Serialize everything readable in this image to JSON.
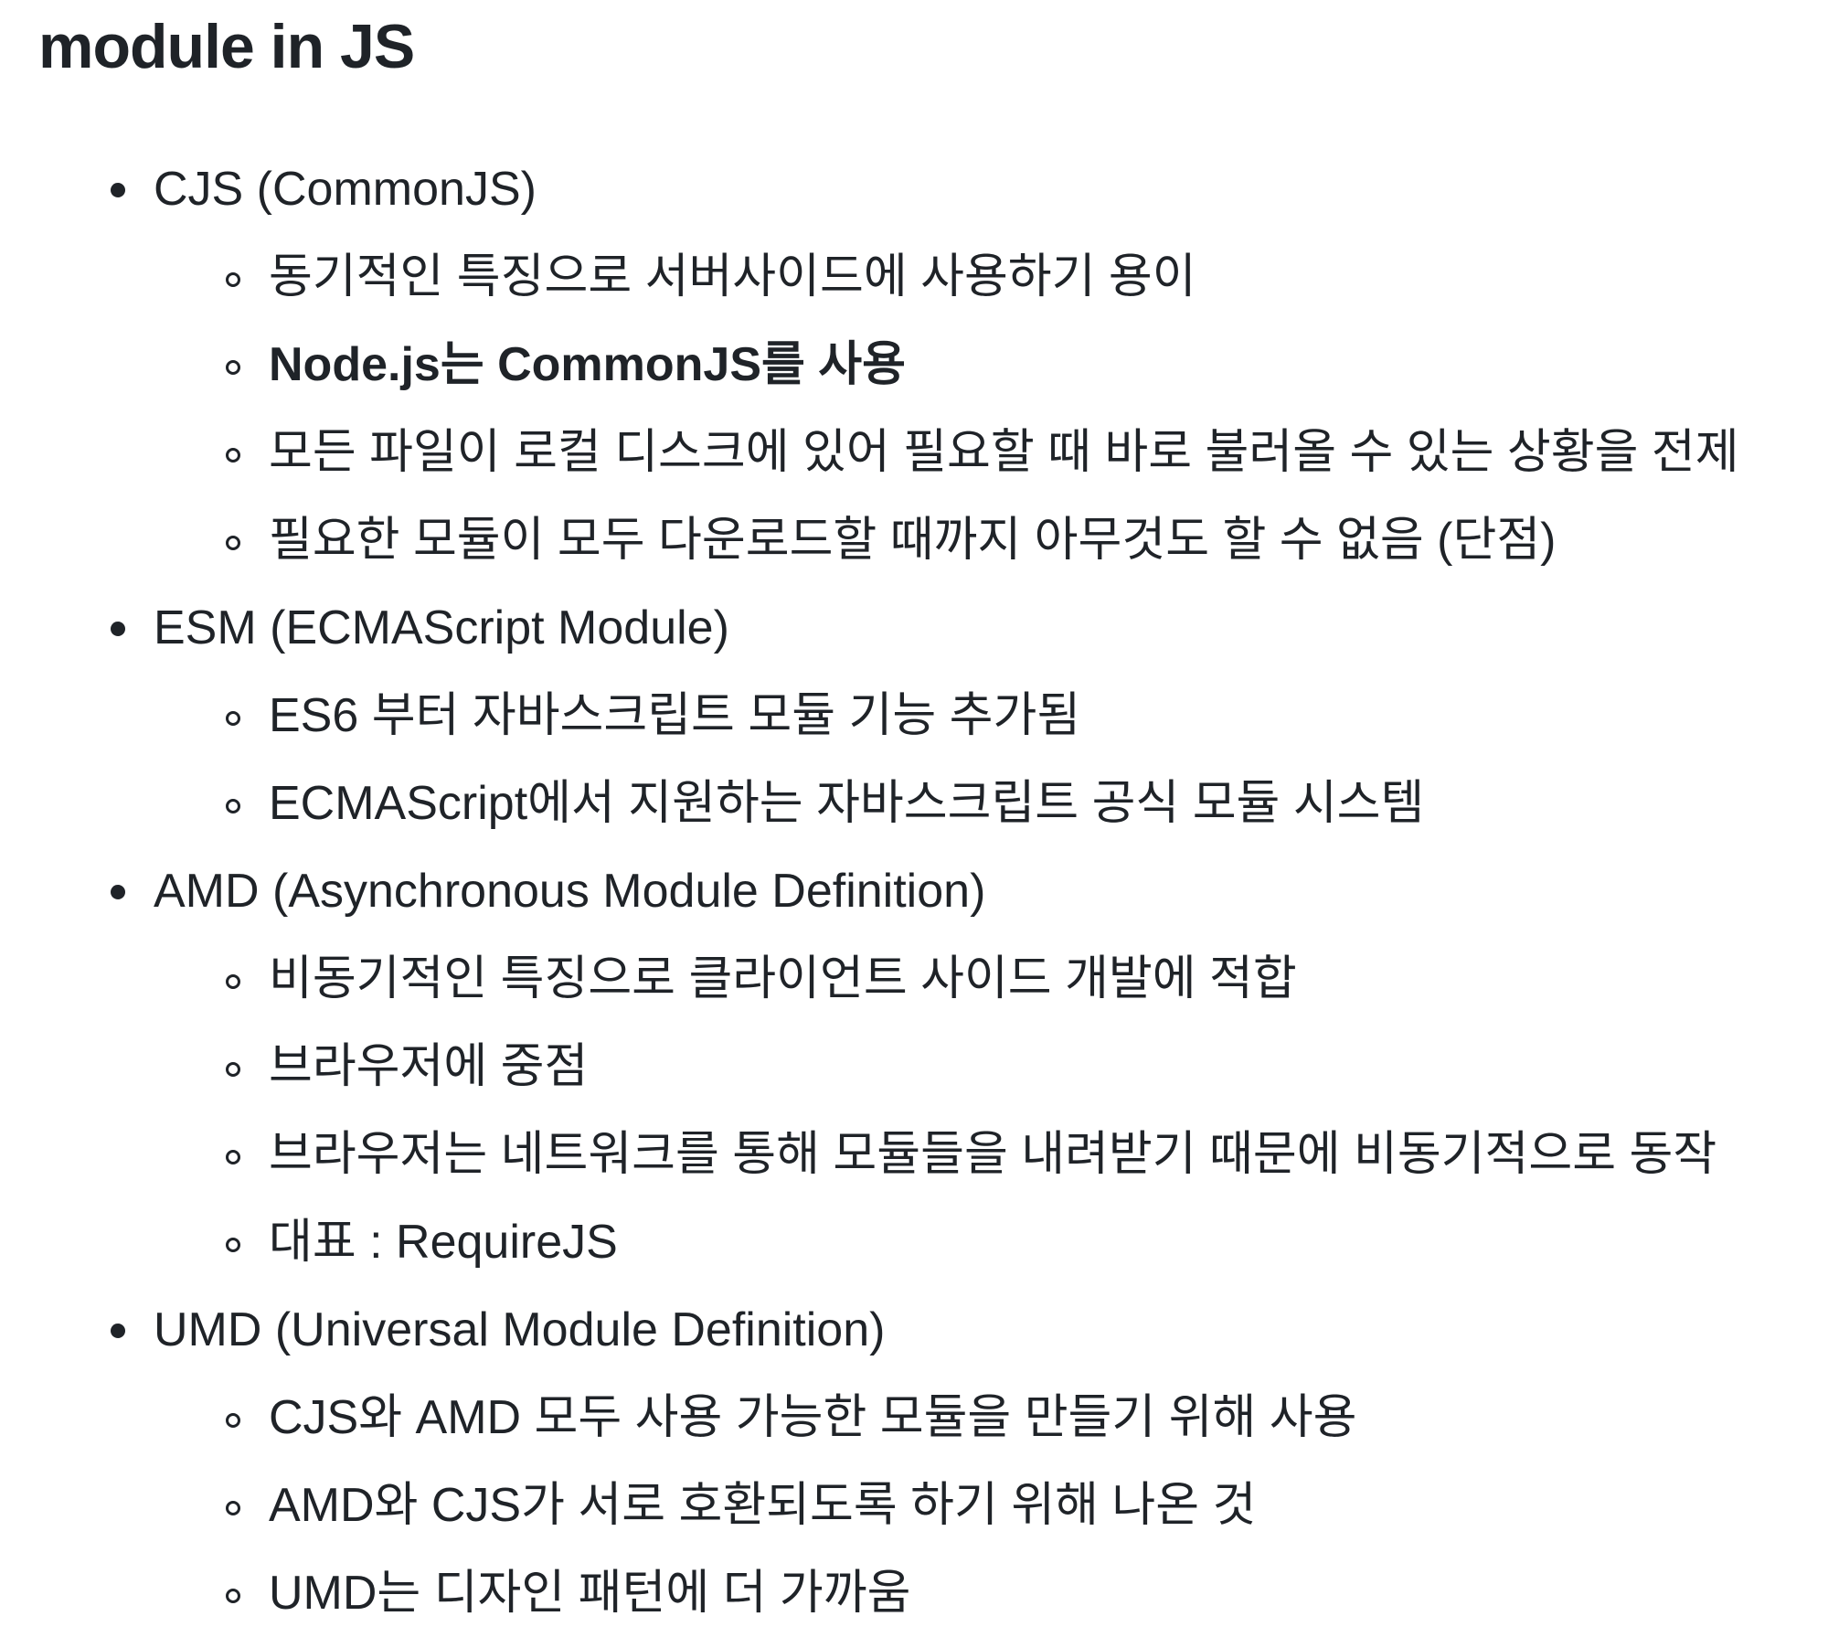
{
  "document": {
    "title": "module in JS",
    "sections": [
      {
        "label": "CJS (CommonJS)",
        "items": [
          {
            "text": "동기적인 특징으로 서버사이드에 사용하기 용이",
            "bold": false
          },
          {
            "text": "Node.js는 CommonJS를 사용",
            "bold": true
          },
          {
            "text": "모든 파일이 로컬 디스크에 있어 필요할 때 바로 불러올 수 있는 상황을 전제",
            "bold": false
          },
          {
            "text": "필요한 모듈이 모두 다운로드할 때까지 아무것도 할 수 없음 (단점)",
            "bold": false
          }
        ]
      },
      {
        "label": "ESM (ECMAScript Module)",
        "items": [
          {
            "text": "ES6 부터 자바스크립트 모듈 기능 추가됨",
            "bold": false
          },
          {
            "text": "ECMAScript에서 지원하는 자바스크립트 공식 모듈 시스템",
            "bold": false
          }
        ]
      },
      {
        "label": "AMD (Asynchronous Module Definition)",
        "items": [
          {
            "text": "비동기적인 특징으로 클라이언트 사이드 개발에 적합",
            "bold": false
          },
          {
            "text": "브라우저에 중점",
            "bold": false
          },
          {
            "text": "브라우저는 네트워크를 통해 모듈들을 내려받기 때문에 비동기적으로 동작",
            "bold": false
          },
          {
            "text": "대표 : RequireJS",
            "bold": false
          }
        ]
      },
      {
        "label": "UMD (Universal Module Definition)",
        "items": [
          {
            "text": "CJS와 AMD 모두 사용 가능한 모듈을 만들기 위해 사용",
            "bold": false
          },
          {
            "text": "AMD와 CJS가 서로 호환되도록 하기 위해 나온 것",
            "bold": false
          },
          {
            "text": "UMD는 디자인 패턴에 더 가까움",
            "bold": false
          }
        ]
      }
    ]
  }
}
